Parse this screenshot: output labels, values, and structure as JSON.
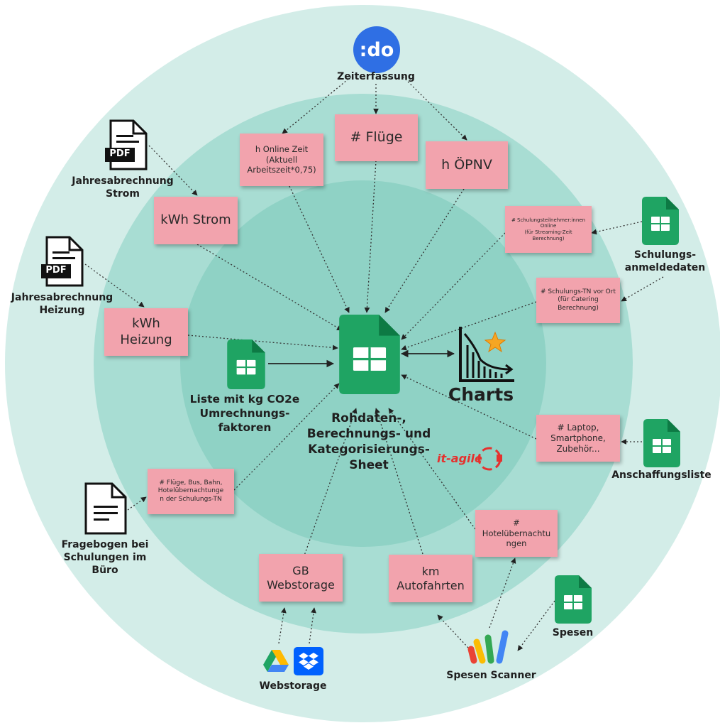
{
  "colors": {
    "outer_ring": "#d3ede8",
    "middle_ring": "#a8ddd3",
    "inner_ring": "#8fd2c5",
    "note_pink": "#f2a3ad",
    "sheets_green": "#1fa463",
    "do_blue": "#2f6fe4",
    "itagile_red": "#e5312e"
  },
  "center": {
    "caption": "Rohdaten-,\nBerechnungs- und\nKategorisierungs-\nSheet"
  },
  "charts": {
    "label": "Charts"
  },
  "brand": {
    "itagile": "it-agile"
  },
  "sources": {
    "zeiterfassung": "Zeiterfassung",
    "do_logo": ":do",
    "jahresabrechnung_strom": "Jahresabrechnung\nStrom",
    "jahresabrechnung_heizung": "Jahresabrechnung\nHeizung",
    "pdf_badge": "PDF",
    "schulungsanmeldedaten": "Schulungs-\nanmeldedaten",
    "anschaffungsliste": "Anschaffungsliste",
    "fragebogen": "Fragebogen bei\nSchulungen im\nBüro",
    "liste_co2": "Liste mit kg CO2e\nUmrechnungs-\nfaktoren",
    "webstorage": "Webstorage",
    "spesen": "Spesen",
    "spesen_scanner": "Spesen Scanner"
  },
  "notes": {
    "online_zeit": "h Online Zeit\n(Aktuell\nArbeitszeit*0,75)",
    "fluege": "# Flüge",
    "oepnv": "h ÖPNV",
    "kwh_strom": "kWh Strom",
    "kwh_heizung": "kWh\nHeizung",
    "schulungsteilnehmer": "# Schulungsteilnehmer:innen\nOnline\n(für Streaming-Zeit\nBerechnung)",
    "schulungs_tn_vor_ort": "# Schulungs-TN vor Ort\n(für Catering\nBerechnung)",
    "laptop": "# Laptop,\nSmartphone,\nZubehör...",
    "hoteluebernachtungen": "#\nHotelübernachtu\nngen",
    "km_autofahrten": "km\nAutofahrten",
    "gb_webstorage": "GB\nWebstorage",
    "fluege_bus_bahn": "# Flüge, Bus, Bahn,\nHotelübernachtunge\nn der Schulungs-TN"
  }
}
